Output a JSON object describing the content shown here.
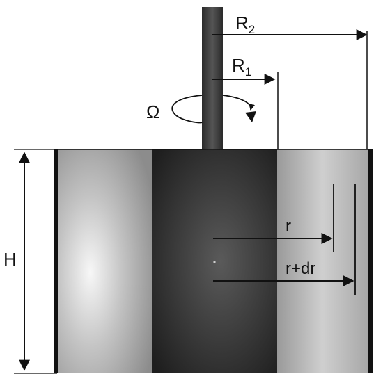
{
  "labels": {
    "R2_main": "R",
    "R2_sub": "2",
    "R1_main": "R",
    "R1_sub": "1",
    "omega": "Ω",
    "height": "H",
    "r": "r",
    "r_dr": "r+dr"
  },
  "colors": {
    "line": "#111111",
    "inner_cylinder": "#3a3a3a",
    "fluid_light": "#f5f5f5",
    "fluid_mid": "#bdbdbd",
    "fluid_dark": "#8a8a8a",
    "wall": "#111111"
  }
}
